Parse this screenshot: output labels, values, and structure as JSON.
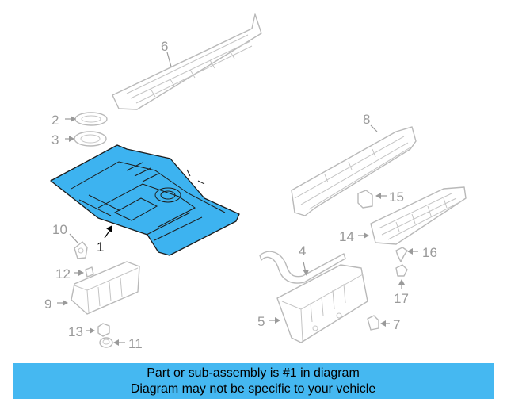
{
  "banner": {
    "line1": "Part or sub-assembly is #1 in diagram",
    "line2": "Diagram may not be specific to your vehicle"
  },
  "callouts": {
    "c1": "1",
    "c2": "2",
    "c3": "3",
    "c4": "4",
    "c5": "5",
    "c6": "6",
    "c7": "7",
    "c8": "8",
    "c9": "9",
    "c10": "10",
    "c11": "11",
    "c12": "12",
    "c13": "13",
    "c14": "14",
    "c15": "15",
    "c16": "16",
    "c17": "17"
  },
  "highlight_color": "#3db3f0",
  "banner_color": "#45b8f1"
}
